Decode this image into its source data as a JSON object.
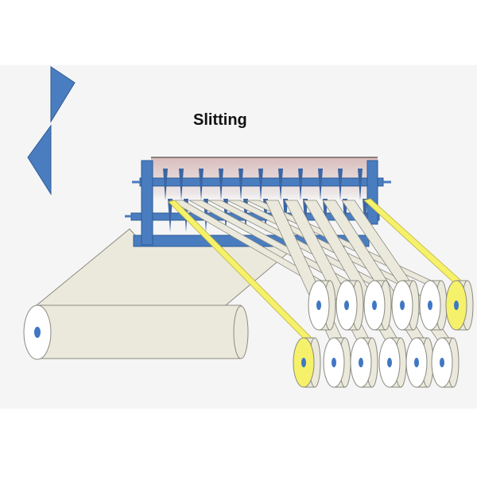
{
  "title": "Slitting",
  "colors": {
    "background_panel": "#f5f5f5",
    "frame_blue": "#4a7dc0",
    "frame_edge": "#2c5a96",
    "web_fill": "#ebe9dc",
    "web_edge": "#8a8a80",
    "edge_trim": "#f6f16a",
    "roll_face": "#ffffff",
    "roll_side": "#ebe9dc",
    "core": "#3f77c3",
    "knife_housing": "#d9bcbc"
  },
  "icons": {
    "logo": "blue-knife-blade-logo",
    "parent_roll": "parent-roll-icon",
    "slitter": "slitter-machine-icon"
  },
  "diagram": {
    "parent_rolls": 1,
    "slit_strands": 10,
    "edge_trims": 2,
    "rewind_rows": 2,
    "rolls_per_row": 6
  }
}
